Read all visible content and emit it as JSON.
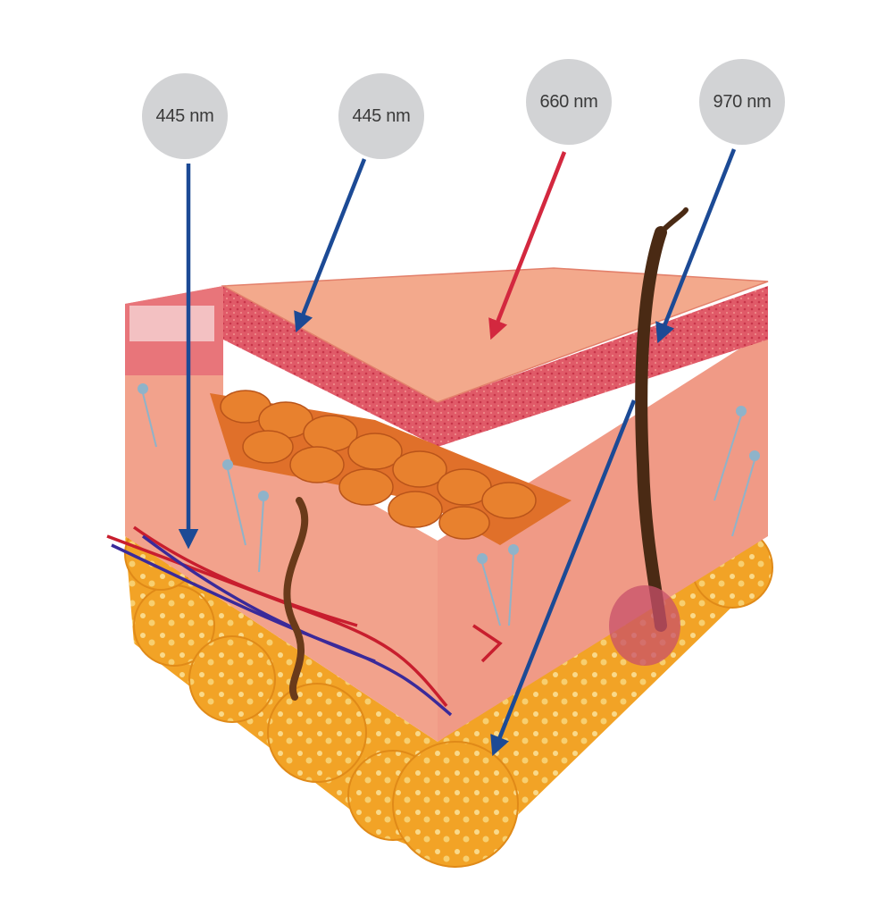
{
  "labels": {
    "w1": "445 nm",
    "w2": "445 nm",
    "w3": "660 nm",
    "w4": "970 nm"
  },
  "colors": {
    "blue_arrow": "#1c4a95",
    "red_arrow": "#d3283f",
    "bubble": "#d2d3d5",
    "skin": "#f0957d",
    "epidermis": "#d8455a",
    "fat": "#f2a326"
  },
  "icons": [
    "skin-cross-section-illustration",
    "hair-follicle-icon",
    "blood-vessels-icon",
    "fat-lobules-icon",
    "nerve-endings-icon"
  ]
}
